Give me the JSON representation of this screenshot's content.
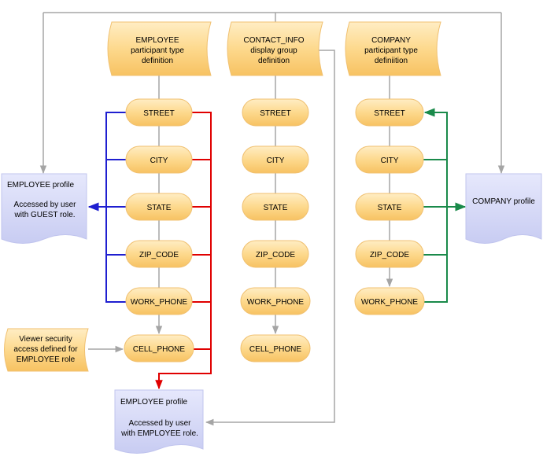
{
  "definitions": {
    "employee": [
      "EMPLOYEE",
      "participant type",
      "definition"
    ],
    "contact_info": [
      "CONTACT_INFO",
      "display group",
      "definition"
    ],
    "company": [
      "COMPANY",
      "participant type",
      "definiition"
    ]
  },
  "employee_fields": [
    "STREET",
    "CITY",
    "STATE",
    "ZIP_CODE",
    "WORK_PHONE",
    "CELL_PHONE"
  ],
  "contact_fields": [
    "STREET",
    "CITY",
    "STATE",
    "ZIP_CODE",
    "WORK_PHONE",
    "CELL_PHONE"
  ],
  "company_fields": [
    "STREET",
    "CITY",
    "STATE",
    "ZIP_CODE",
    "WORK_PHONE"
  ],
  "profiles": {
    "employee_guest": {
      "title": "EMPLOYEE profile",
      "lines": [
        "Accessed by user",
        "with GUEST role."
      ]
    },
    "company": {
      "title": "COMPANY profile"
    },
    "employee_employee": {
      "title": "EMPLOYEE profile",
      "lines": [
        "Accessed by user",
        "with EMPLOYEE role."
      ]
    }
  },
  "viewer_security": [
    "Viewer security",
    "access defined for",
    "EMPLOYEE role"
  ],
  "colors": {
    "node_fill": "#fdd98d",
    "doc_fill": "#d3d6f6",
    "connector": "#a5a5a5",
    "guest_link": "#1f1fd0",
    "employee_link": "#e00000",
    "company_link": "#1a8a4a"
  }
}
